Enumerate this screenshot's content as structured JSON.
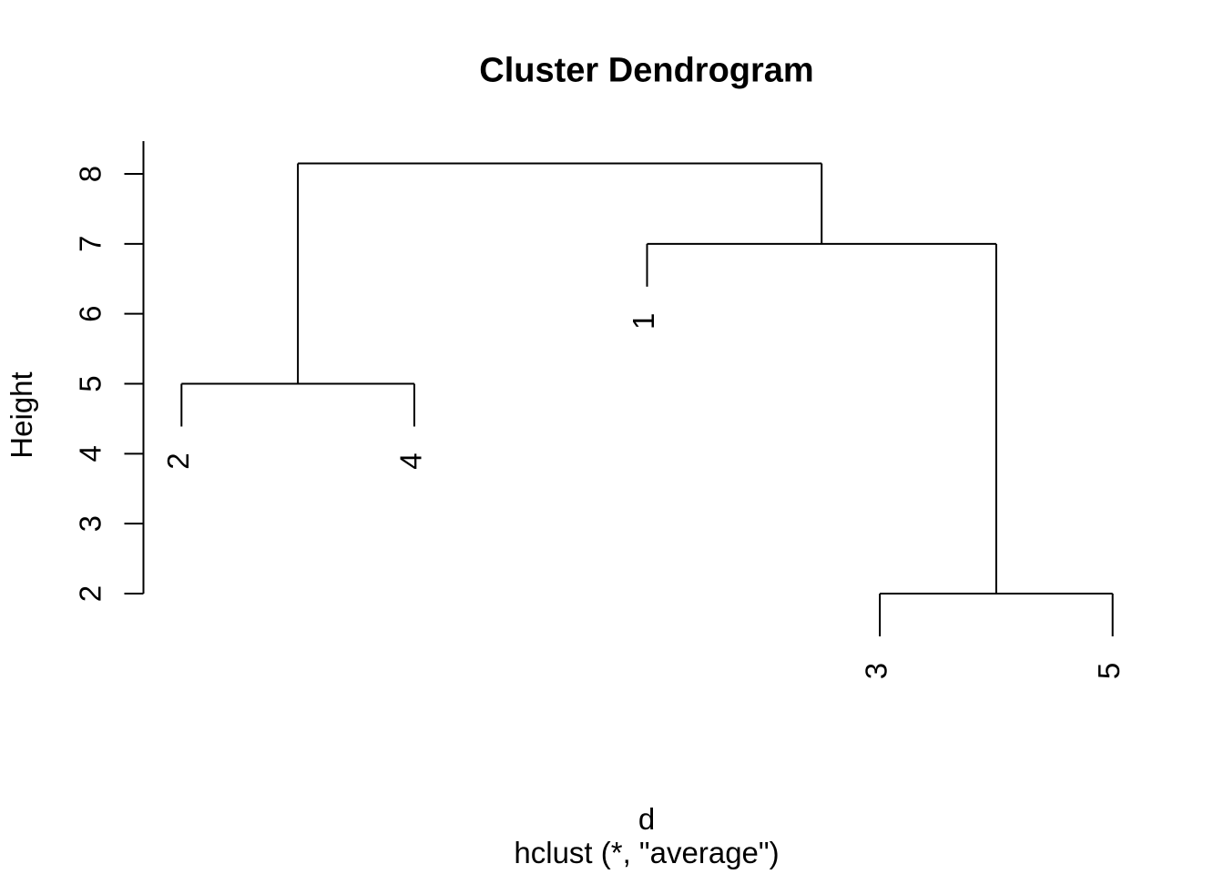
{
  "title": "Cluster Dendrogram",
  "axis": {
    "y_label": "Height",
    "x_label": "d",
    "subtitle": "hclust (*, \"average\")",
    "y_ticks": [
      "2",
      "3",
      "4",
      "5",
      "6",
      "7",
      "8"
    ]
  },
  "chart_data": {
    "type": "dendrogram",
    "title": "Cluster Dendrogram",
    "ylabel": "Height",
    "xlabel": "d",
    "subtitle": "hclust (*, \"average\")",
    "linkage": "average",
    "dissimilarity_object": "d",
    "hang": 0.1,
    "leaves_in_order": [
      "2",
      "4",
      "1",
      "3",
      "5"
    ],
    "merges": [
      {
        "a": "leaf:3",
        "b": "leaf:5",
        "height": 2.0
      },
      {
        "a": "leaf:2",
        "b": "leaf:4",
        "height": 5.0
      },
      {
        "a": "leaf:1",
        "b": "merge:0",
        "height": 7.0
      },
      {
        "a": "merge:1",
        "b": "merge:2",
        "height": 8.15
      }
    ],
    "yaxis": {
      "label": "Height",
      "ticks": [
        2,
        3,
        4,
        5,
        6,
        7,
        8
      ],
      "range": [
        2,
        8.15
      ]
    },
    "legend": "none",
    "grid": false
  },
  "colors": {
    "line": "#000000",
    "text": "#000000",
    "background": "#ffffff"
  }
}
